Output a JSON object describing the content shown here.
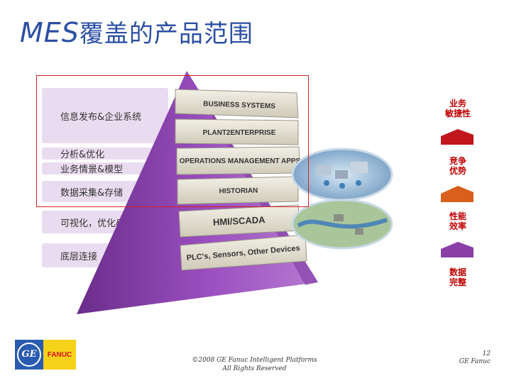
{
  "title": {
    "prefix": "MES",
    "rest": "覆盖的产品范围"
  },
  "left_labels": [
    "信息发布&企业系统",
    "分析&优化",
    "业务情景&模型",
    "数据采集&存储",
    "可视化，优化&控制",
    "底层连接"
  ],
  "layers": [
    "BUSINESS SYSTEMS",
    "PLANT2ENTERPRISE",
    "OPERATIONS MANAGEMENT APPS",
    "HISTORIAN",
    "HMI/SCADA",
    "PLC's, Sensors, Other Devices"
  ],
  "right_items": [
    {
      "label_line1": "业务",
      "label_line2": "敏捷性",
      "color": "#c0161c"
    },
    {
      "label_line1": "竞争",
      "label_line2": "优势",
      "color": "#d9601c"
    },
    {
      "label_line1": "性能",
      "label_line2": "效率",
      "color": "#8a3fa6"
    },
    {
      "label_line1": "数据",
      "label_line2": "完整",
      "color": ""
    }
  ],
  "footer": {
    "line1": "©2008 GE Fanuc Intelligent Platforms",
    "line2": "All Rights Reserved"
  },
  "page": {
    "number": "12",
    "company": "GE Fanuc"
  },
  "logo": {
    "ge": "GE",
    "fanuc": "FANUC"
  }
}
